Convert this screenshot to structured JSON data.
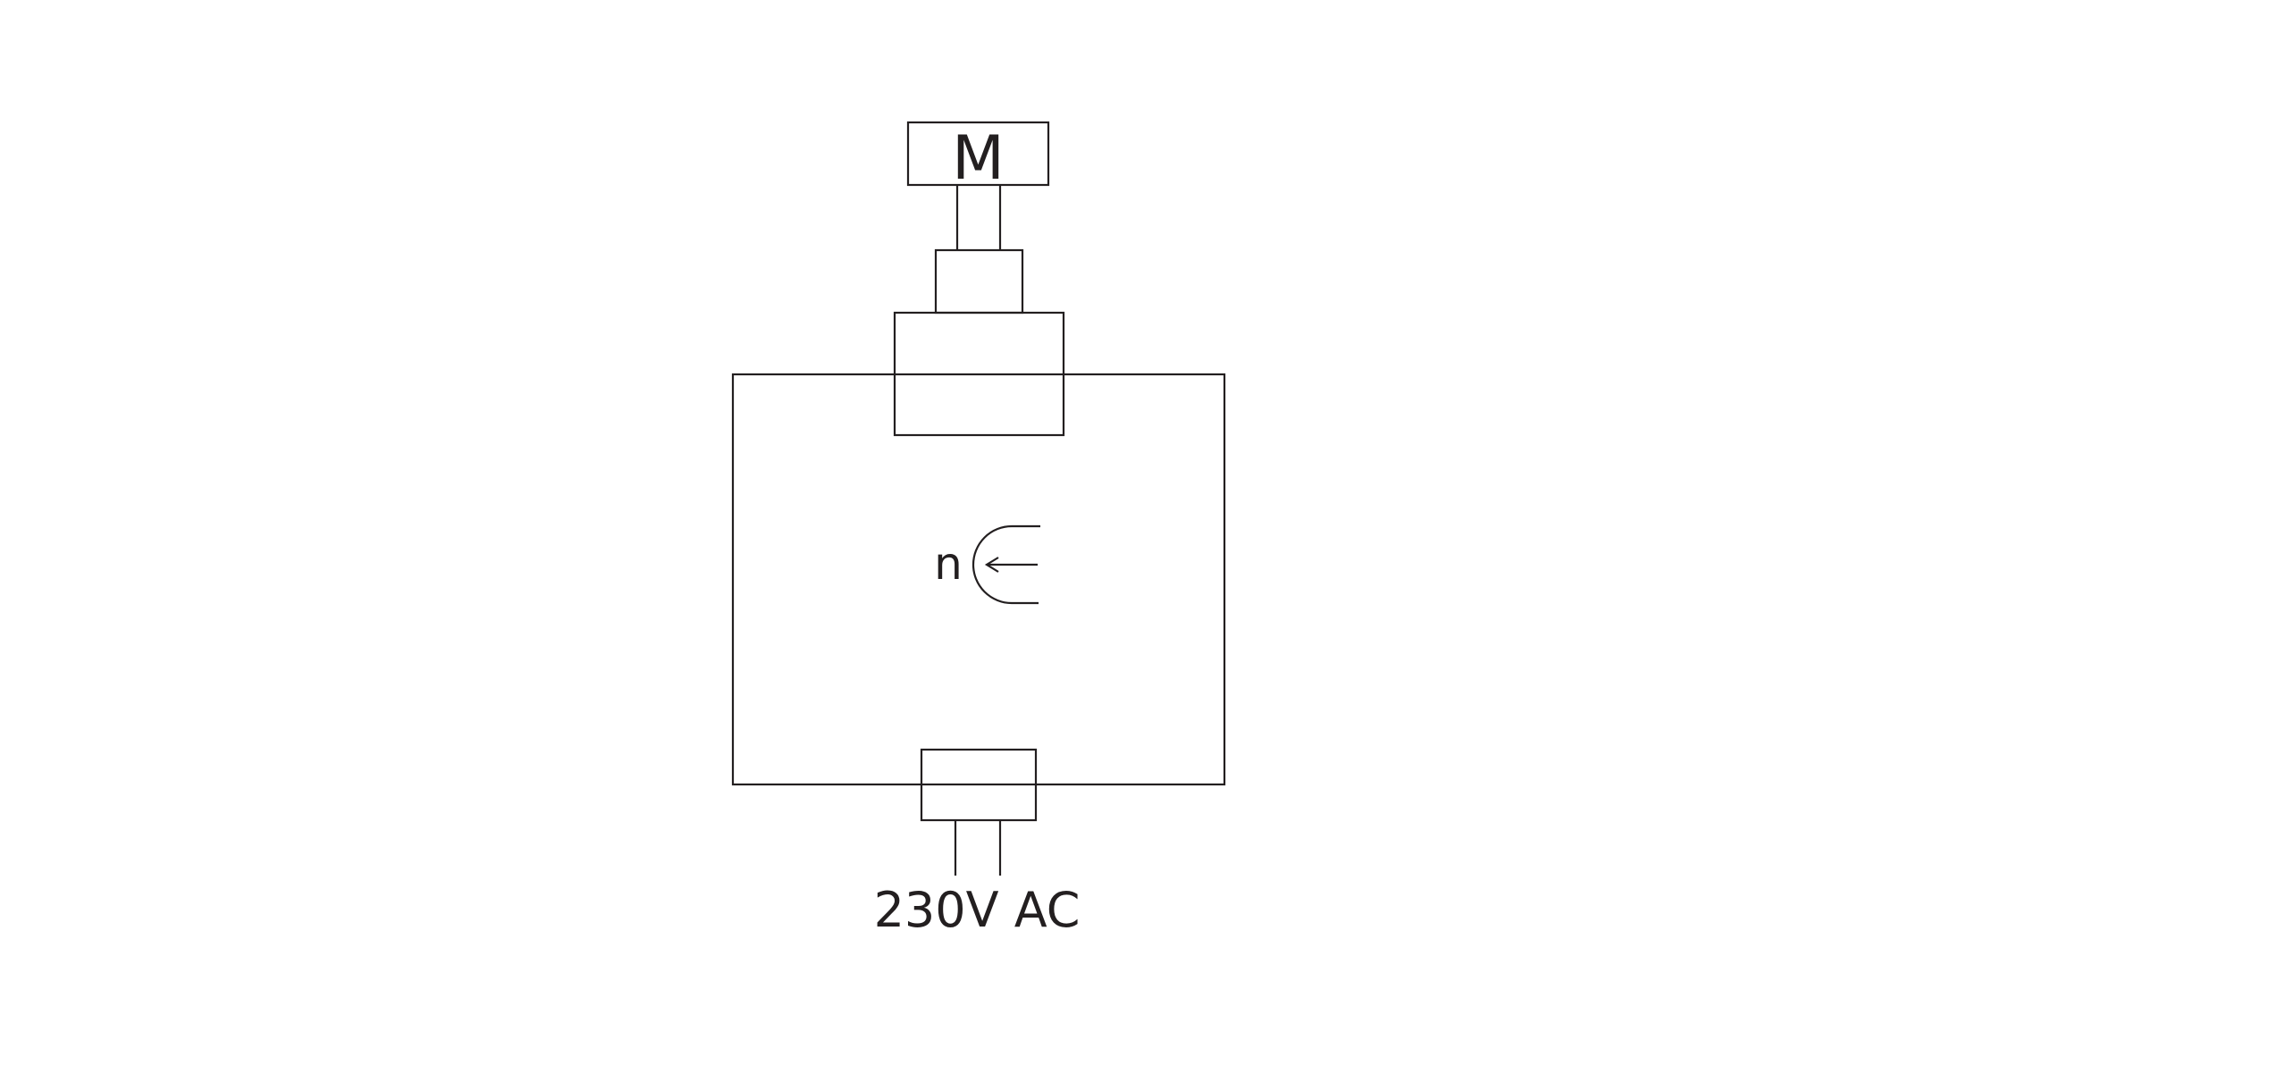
{
  "diagram": {
    "motor_label": "M",
    "speed_symbol_label": "n",
    "supply_label": "230V AC",
    "line_color": "#231f20",
    "background_color": "#ffffff"
  }
}
